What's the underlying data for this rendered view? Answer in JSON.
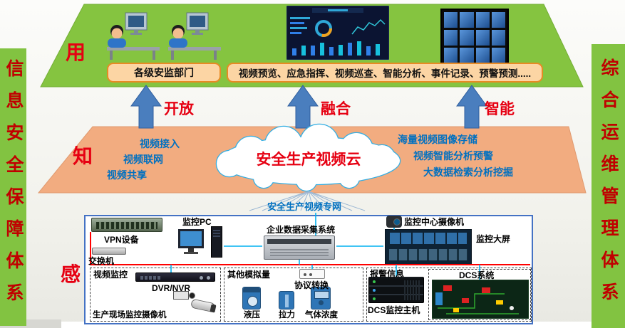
{
  "sidebar_left": {
    "text": "信息安全保障体系"
  },
  "sidebar_right": {
    "text": "综合运维管理体系"
  },
  "layer_labels": {
    "use": "用",
    "know": "知",
    "sense": "感"
  },
  "arrows": {
    "open": "开放",
    "fusion": "融合",
    "intelligence": "智能"
  },
  "top": {
    "dept_box": "各级安监部门",
    "functions_box": "视频预览、应急指挥、视频巡查、智能分析、事件记录、预警预测....."
  },
  "cloud": {
    "title": "安全生产视频云",
    "left_items": [
      "视频接入",
      "视频联网",
      "视频共享"
    ],
    "right_items": [
      "海量视频图像存储",
      "视频智能分析预警",
      "大数据检索分析挖掘"
    ]
  },
  "network": {
    "label": "安全生产视频专网"
  },
  "sense": {
    "vpn": "VPN设备",
    "switch": "交换机",
    "monitor_pc": "监控PC",
    "daq": "企业数据采集系统",
    "center_camera": "监控中心摄像机",
    "big_screen": "监控大屏",
    "video_group": {
      "title": "视频监控",
      "dvr": "DVR/NVR",
      "site_cameras": "生产现场监控摄像机"
    },
    "analog_group": {
      "title": "其他模拟量",
      "protocol": "协议转换",
      "sensors": [
        "液压",
        "拉力",
        "气体浓度"
      ]
    },
    "alarm_group": {
      "title": "报警信息",
      "dcs_system": "DCS系统",
      "dcs_host": "DCS监控主机"
    }
  },
  "colors": {
    "sidebar_green": "#82C341",
    "layer_orange": "#F2AC80",
    "arrow_blue": "#4A7EBE",
    "label_red": "#E60012",
    "sidebar_text_red": "#C00000",
    "box_orange_fill": "#FCD5A4",
    "box_orange_border": "#E88A24",
    "cloud_blue": "#33AEE3",
    "feature_blue": "#0070C0",
    "bus_red": "#FF0000",
    "connector_blue": "#00B0F0",
    "frame_blue": "#4472C4"
  }
}
